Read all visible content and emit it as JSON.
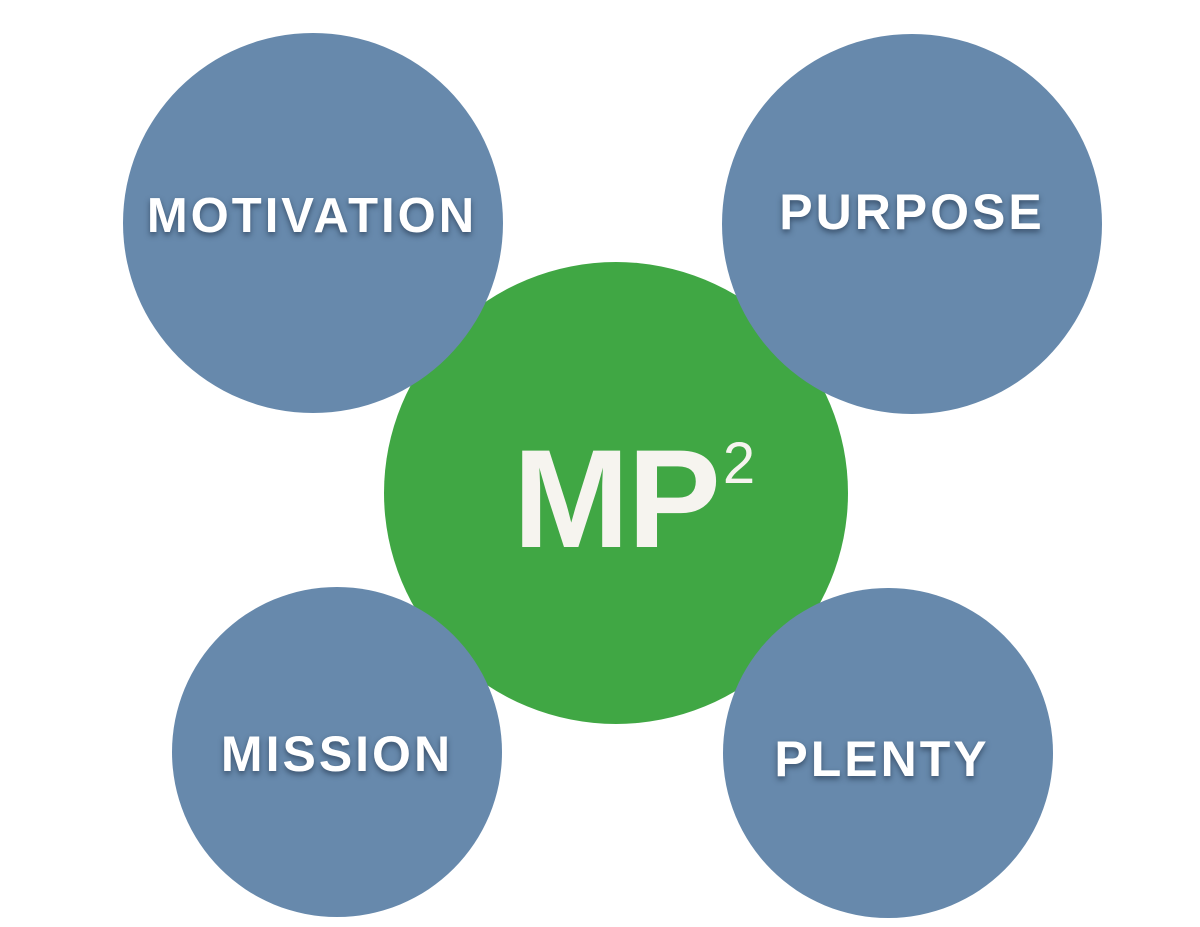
{
  "diagram": {
    "center": {
      "label": "MP",
      "superscript": "2",
      "color": "#40a744",
      "text_color": "#f6f4ef"
    },
    "nodes": [
      {
        "label": "MOTIVATION",
        "color": "#6789ac"
      },
      {
        "label": "PURPOSE",
        "color": "#6789ac"
      },
      {
        "label": "MISSION",
        "color": "#6789ac"
      },
      {
        "label": "PLENTY",
        "color": "#6789ac"
      }
    ]
  }
}
